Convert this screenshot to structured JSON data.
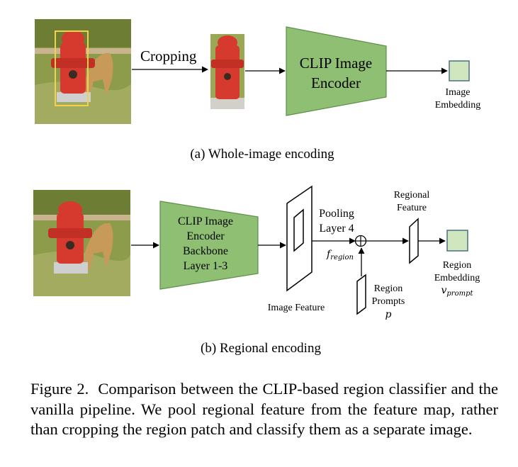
{
  "colors": {
    "encoder_fill": "#8fbf73",
    "encoder_stroke": "#5f8f4a",
    "embedding_fill": "#cfe6be",
    "embedding_stroke": "#4a6f83",
    "crop_box": "#f1d24a",
    "hydrant_red": "#d63a2e",
    "grass": "#8a9b4a"
  },
  "top": {
    "crop_label": "Cropping",
    "encoder": [
      "CLIP Image",
      "Encoder"
    ],
    "embedding": [
      "Image",
      "Embedding"
    ],
    "subcaption": "(a) Whole-image encoding"
  },
  "bottom": {
    "encoder": [
      "CLIP Image",
      "Encoder",
      "Backbone",
      "Layer 1-3"
    ],
    "pooling": [
      "Pooling",
      "Layer 4"
    ],
    "f_region_symbol": "f",
    "f_region_sub": "region",
    "regional_feature": [
      "Regional",
      "Feature"
    ],
    "image_feature": "Image Feature",
    "region_prompts": [
      "Region",
      "Prompts"
    ],
    "p_symbol": "p",
    "region_embedding": [
      "Region",
      "Embedding"
    ],
    "v_symbol": "v",
    "v_sub": "prompt",
    "subcaption": "(b) Regional encoding"
  },
  "caption": {
    "label": "Figure 2.",
    "text": "Comparison between the CLIP-based region classifier and the vanilla pipeline. We pool regional feature from the feature map, rather than cropping the region patch and classify them as a separate image."
  }
}
